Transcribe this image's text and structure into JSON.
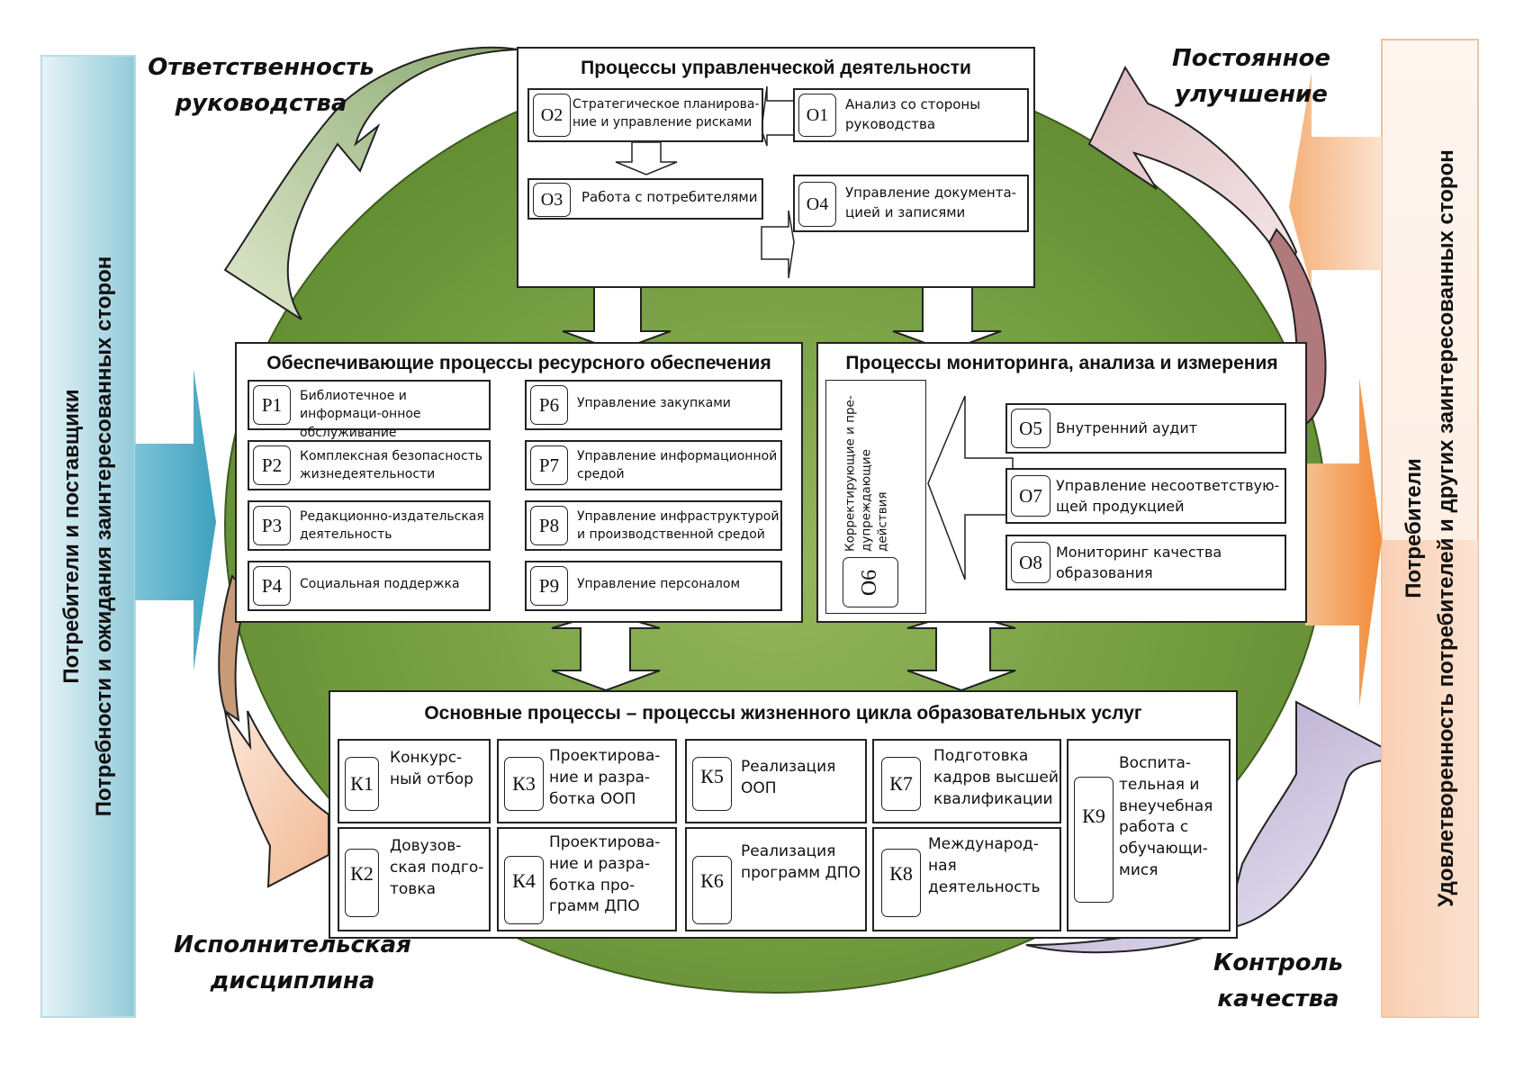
{
  "left_panel": {
    "line1": "Потребители и поставщики",
    "line2": "Потребности и ожидания заинтересованных сторон",
    "color": "#9ccfdc"
  },
  "right_panel": {
    "line1": "Потребители",
    "line2": "Удовлетворенность потребителей и других заинтересованных сторон",
    "color": "#f9d2b8"
  },
  "cycle_labels": {
    "top_left": [
      "Ответственность",
      "руководства"
    ],
    "top_right": [
      "Постоянное",
      "улучшение"
    ],
    "bottom_left": [
      "Исполнительская",
      "дисциплина"
    ],
    "bottom_right": [
      "Контроль",
      "качества"
    ]
  },
  "colors": {
    "ellipse": "#6f9a3a",
    "arrow_green": "#c4d6a6",
    "arrow_pink": "#e8c9cc",
    "arrow_rose": "#b07a7c",
    "arrow_peach": "#f5c9aa",
    "arrow_tan": "#c99a78",
    "arrow_purple": "#b3a6cc",
    "arrow_blue": "#4aaac4",
    "arrow_orange": "#f0964a"
  },
  "management": {
    "title": "Процессы управленческой деятельности",
    "items": [
      {
        "code": "О2",
        "text": "Стратегическое планирова-ние и управление рисками"
      },
      {
        "code": "О1",
        "text": "Анализ со стороны руководства"
      },
      {
        "code": "О3",
        "text": "Работа с потребителями"
      },
      {
        "code": "О4",
        "text": "Управление документа-цией и записями"
      }
    ]
  },
  "resource": {
    "title": "Обеспечивающие процессы ресурсного обеспечения",
    "items": [
      {
        "code": "Р1",
        "text": "Библиотечное и информаци-онное обслуживание"
      },
      {
        "code": "Р2",
        "text": "Комплексная безопасность жизнедеятельности"
      },
      {
        "code": "Р3",
        "text": "Редакционно-издательская деятельность"
      },
      {
        "code": "Р4",
        "text": "Социальная поддержка"
      },
      {
        "code": "Р6",
        "text": "Управление закупками"
      },
      {
        "code": "Р7",
        "text": "Управление информационной средой"
      },
      {
        "code": "Р8",
        "text": "Управление инфраструктурой и производственной средой"
      },
      {
        "code": "Р9",
        "text": "Управление персоналом"
      }
    ]
  },
  "monitoring": {
    "title": "Процессы мониторинга, анализа и измерения",
    "corrective": {
      "code": "О6",
      "text": "Корректирующие и пре-дупреждающие действия"
    },
    "items": [
      {
        "code": "О5",
        "text": "Внутренний аудит"
      },
      {
        "code": "О7",
        "text": "Управление несоответствую-щей продукцией"
      },
      {
        "code": "О8",
        "text": "Мониторинг качества образования"
      }
    ]
  },
  "core": {
    "title": "Основные процессы – процессы жизненного цикла образовательных услуг",
    "items": [
      {
        "code": "К1",
        "text": "Конкурс-ный отбор"
      },
      {
        "code": "К2",
        "text": "Довузов-ская подго-товка"
      },
      {
        "code": "К3",
        "text": "Проектирова-ние и разра-ботка ООП"
      },
      {
        "code": "К4",
        "text": "Проектирова-ние и разра-ботка про-грамм ДПО"
      },
      {
        "code": "К5",
        "text": "Реализация ООП"
      },
      {
        "code": "К6",
        "text": "Реализация программ ДПО"
      },
      {
        "code": "К7",
        "text": "Подготовка кадров высшей квалификации"
      },
      {
        "code": "К8",
        "text": "Международ-ная деятельность"
      },
      {
        "code": "К9",
        "text": "Воспита-тельная и внеучебная работа с обучающи-мися"
      }
    ]
  }
}
